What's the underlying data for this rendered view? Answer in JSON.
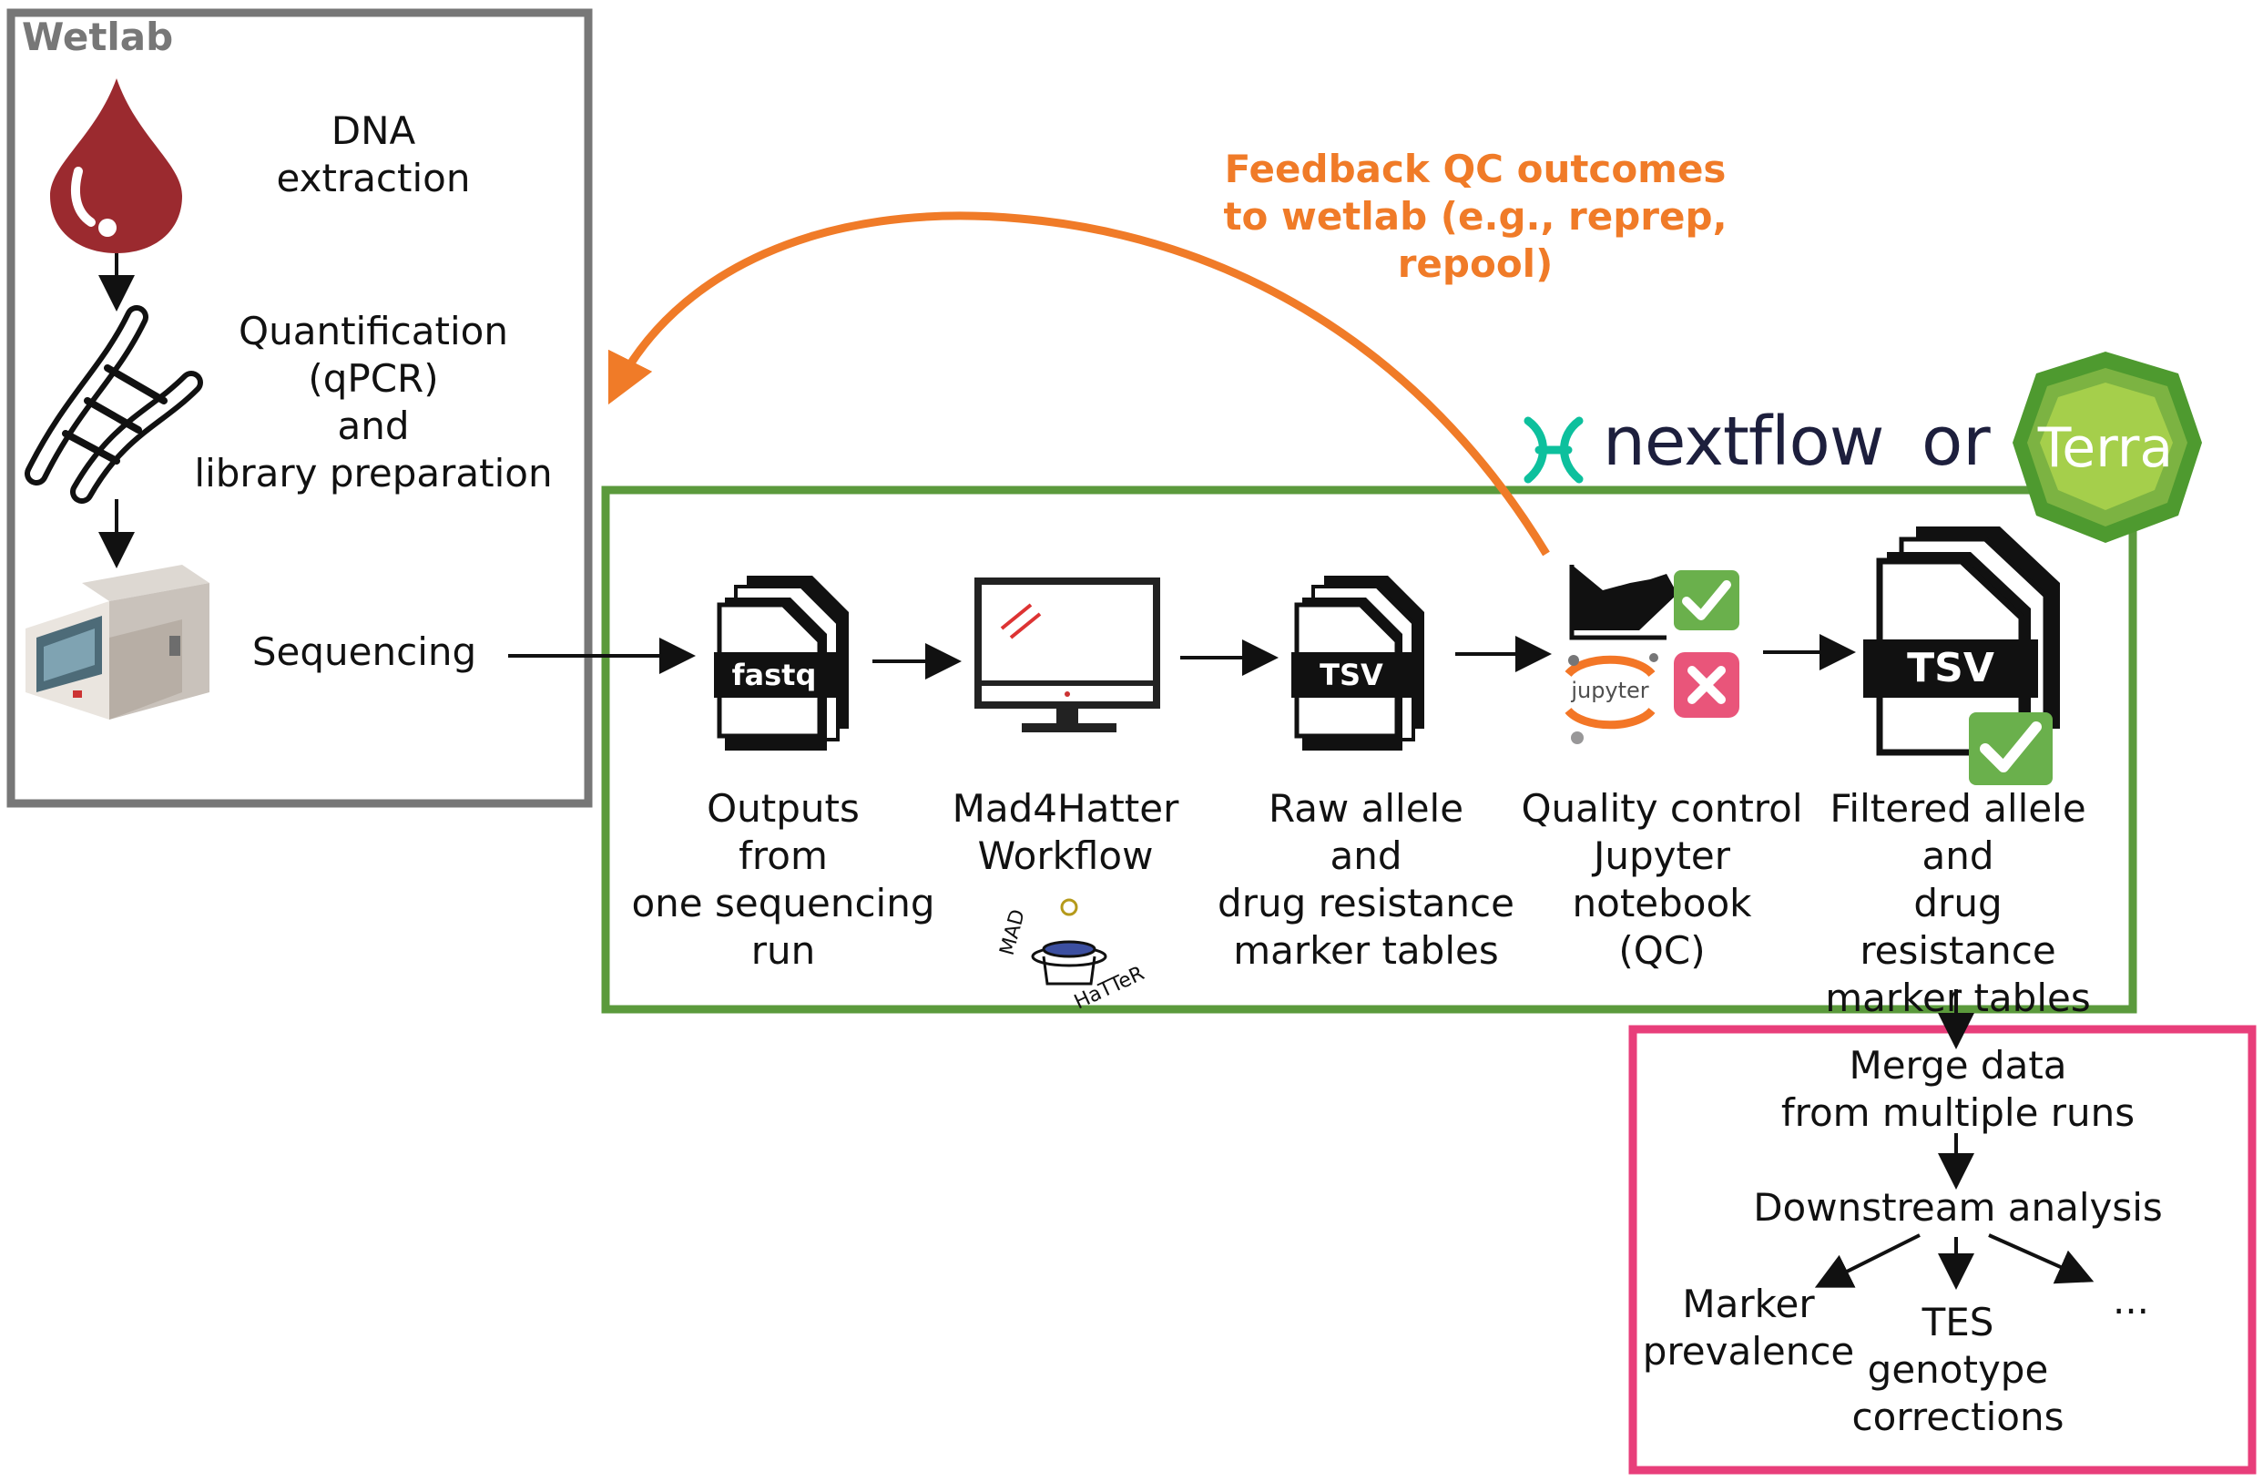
{
  "wetlab": {
    "title": "Wetlab",
    "dna_extraction": "DNA\nextraction",
    "quantification": "Quantification\n(qPCR)\nand\nlibrary preparation",
    "sequencing": "Sequencing"
  },
  "feedback": {
    "text": "Feedback QC\noutcomes to wetlab\n(e.g., reprep, repool)"
  },
  "platform": {
    "nextflow": "nextflow",
    "or": "or",
    "terra": "Terra"
  },
  "pipeline": {
    "fastq_badge": "fastq",
    "tsv_badge_raw": "TSV",
    "tsv_badge_filtered": "TSV",
    "jupyter_label": "jupyter",
    "outputs": "Outputs\nfrom\none sequencing\nrun",
    "workflow": "Mad4Hatter\nWorkflow",
    "raw_tables": "Raw allele\nand\ndrug resistance\nmarker tables",
    "qc": "Quality control\nJupyter\nnotebook\n(QC)",
    "filtered_tables": "Filtered allele\nand\ndrug resistance\nmarker tables",
    "mad_hatter_logo_text": "MADHatTeR"
  },
  "downstream": {
    "merge": "Merge data\nfrom multiple runs",
    "analysis": "Downstream analysis",
    "marker": "Marker\nprevalence",
    "tes": "TES\ngenotype\ncorrections",
    "more": "..."
  },
  "colors": {
    "wetlab_border": "#777777",
    "pipeline_border": "#5b9a3c",
    "downstream_border": "#e83e7a",
    "feedback": "#f07b28",
    "blood": "#9b2a2f",
    "check_green": "#6ab04c",
    "cross_pink": "#e9557a",
    "nextflow_teal": "#0dc09d",
    "terra_green": "#7cb342"
  },
  "icons": [
    "blood-drop-icon",
    "dna-helix-icon",
    "sequencer-icon",
    "fastq-file-icon",
    "monitor-icon",
    "tsv-file-icon",
    "chart-icon",
    "jupyter-icon",
    "check-icon",
    "cross-icon",
    "nextflow-logo-icon",
    "terra-logo-icon",
    "mad-hatter-logo-icon"
  ]
}
